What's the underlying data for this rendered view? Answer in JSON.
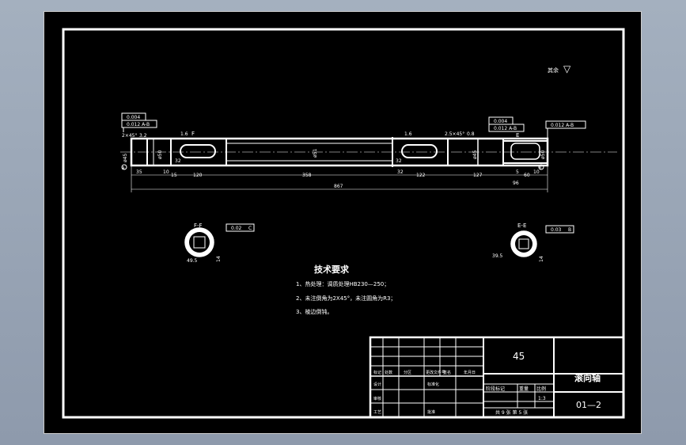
{
  "colors": {
    "background": "#000000",
    "line": "#ffffff",
    "desktop": "#9aa6b6"
  },
  "surface_note": "▽",
  "surface_label": "其余",
  "main_view": {
    "chamfer_left": "2×45°",
    "chamfer_left_sub": "3.2",
    "chamfer_right": "2.5×45°",
    "chamfer_right_sub": "0.8",
    "ra_left": "1.6",
    "ra_mid": "1.6",
    "fcf_left_flat": "0.004",
    "fcf_left_runout": "0.012 A-B",
    "fcf_right_flat": "0.004",
    "fcf_right_runout": "0.012 A-B",
    "fcf_far_right": "0.012 A-B",
    "section_left": "F",
    "section_right": "E",
    "datum_a": "A",
    "datum_b": "B",
    "dia_left": "ø45",
    "dia_left2": "ø50",
    "dia_mid": "ø51",
    "dia_right": "ø45",
    "dia_right2": "ø50",
    "dims_row1": [
      "35",
      "10",
      "120",
      "358",
      "32",
      "122",
      "127",
      "5",
      "10"
    ],
    "keyway_len_left": "32",
    "keyway_len_right": "32",
    "dim_15": "15",
    "dim_60": "60",
    "dim_96": "96",
    "total_length": "867"
  },
  "section_f": {
    "title": "F-F",
    "tolerance": "0.02",
    "datum": "C",
    "width_dim": "14",
    "depth_dim": "49.5"
  },
  "section_e": {
    "title": "E-E",
    "tolerance": "0.03",
    "datum": "B",
    "width_dim": "14",
    "depth_dim": "39.5"
  },
  "tech": {
    "heading": "技术要求",
    "lines": [
      "1、热处理：调质处理HB230—250；",
      "2、未注倒角为2X45°，未注圆角为R3；",
      "3、棱边倒钝。"
    ]
  },
  "title_block": {
    "material": "45",
    "part_name": "滚向轴",
    "drawing_no": "01—2",
    "stage_label": "阶段标记",
    "weight_label": "重量",
    "scale_label": "比例",
    "scale": "1:3",
    "sheets": "共 9 张  第 5 张",
    "row_labels": [
      "标记",
      "处数",
      "分区",
      "更改文件号",
      "签名",
      "年月日"
    ],
    "designer": "设计",
    "standard": "标准化",
    "checker": "审核",
    "craft": "工艺",
    "approve": "批准"
  }
}
